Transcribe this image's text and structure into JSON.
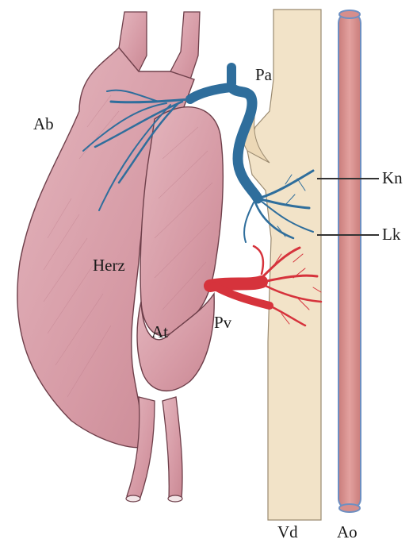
{
  "labels": {
    "ab": "Ab",
    "pa": "Pa",
    "kn": "Kn",
    "lk": "Lk",
    "herz": "Herz",
    "at": "At",
    "pv": "Pv",
    "vd": "Vd",
    "ao": "Ao"
  },
  "colors": {
    "heart": "#d9a3ad",
    "heart_dark": "#b86f7d",
    "artery_blue": "#2f6e9c",
    "vein_red": "#d6333c",
    "vd_band": "#f2e3c8",
    "aorta_fill": "#d9908e",
    "aorta_outline": "#6d8fc2",
    "leader_line": "#333333"
  }
}
